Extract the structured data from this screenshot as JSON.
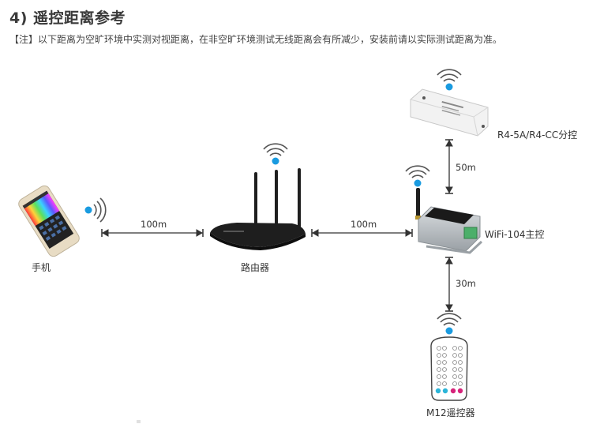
{
  "section_title": "4) 遥控距离参考",
  "note": "【注】以下距离为空旷环境中实测对视距离，在非空旷环境测试无线距离会有所减少，安装前请以实际测试距离为准。",
  "devices": {
    "phone": {
      "label": "手机",
      "icon": "smartphone-icon"
    },
    "router": {
      "label": "路由器",
      "icon": "router-icon"
    },
    "master": {
      "label": "WiFi-104主控",
      "icon": "wifi-controller-icon"
    },
    "slave": {
      "label": "R4-5A/R4-CC分控",
      "icon": "receiver-icon"
    },
    "remote": {
      "label": "M12遥控器",
      "icon": "remote-control-icon"
    }
  },
  "distances": {
    "phone_router": "100m",
    "router_master": "100m",
    "master_slave": "50m",
    "master_remote": "30m"
  },
  "colors": {
    "signal_dot": "#1a9be0",
    "arrow": "#333333",
    "router_body": "#1e1e1e",
    "master_body": "#b9bec3",
    "terminal_green": "#4caf6a"
  }
}
